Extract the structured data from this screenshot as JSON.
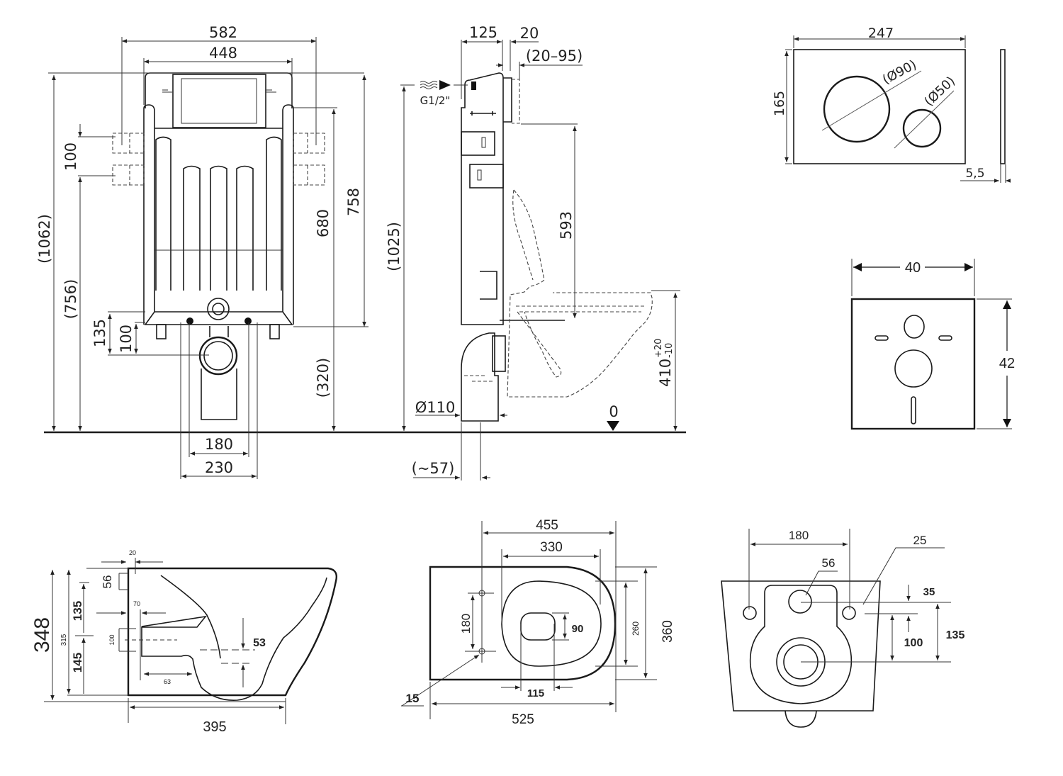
{
  "title": "Wall-hung WC installation frame — technical drawing",
  "front_view": {
    "width_overall": "582",
    "width_frame": "448",
    "height_overall": "(1062)",
    "height_frame": "758",
    "height_side": "680",
    "anchor_spacing": "100",
    "anchor_height": "(756)",
    "outlet_offset_135": "135",
    "outlet_offset_100": "100",
    "outlet_height": "(320)",
    "stud_spacing_inner": "180",
    "stud_spacing_outer": "230"
  },
  "side_view": {
    "depth": "125",
    "panel": "20",
    "adjust_range": "(20–95)",
    "inlet_label": "G1/2\"",
    "height_inlet": "(1025)",
    "height_593": "593",
    "drain_diameter": "Ø110",
    "drain_offset": "(~57)",
    "floor_level": "0",
    "seat_height": "410",
    "seat_tol_plus": "+20",
    "seat_tol_minus": "-10"
  },
  "flush_plate": {
    "width": "247",
    "height": "165",
    "button_large": "(Ø90)",
    "button_small": "(Ø50)",
    "thickness": "5,5"
  },
  "sound_pad": {
    "width": "40",
    "height": "42"
  },
  "bowl_side": {
    "height_total": "348",
    "height_inner": "315",
    "upper": "135",
    "lower": "145",
    "top_gap": "56",
    "wall_gap": "20",
    "inlet_depth": "70",
    "outlet": "100",
    "outlet_len": "63",
    "water": "53",
    "length": "395"
  },
  "bowl_top": {
    "overall_len": "455",
    "opening_len": "330",
    "width_total": "360",
    "width_rim": "260",
    "hole_spacing": "180",
    "hole_diameter": "15",
    "drain_width": "90",
    "drain_len": "115",
    "length": "525"
  },
  "bowl_back": {
    "bolt_spacing": "180",
    "inlet_diameter": "56",
    "bolt_diameter": "25",
    "dim_35": "35",
    "dim_100": "100",
    "dim_135": "135"
  }
}
